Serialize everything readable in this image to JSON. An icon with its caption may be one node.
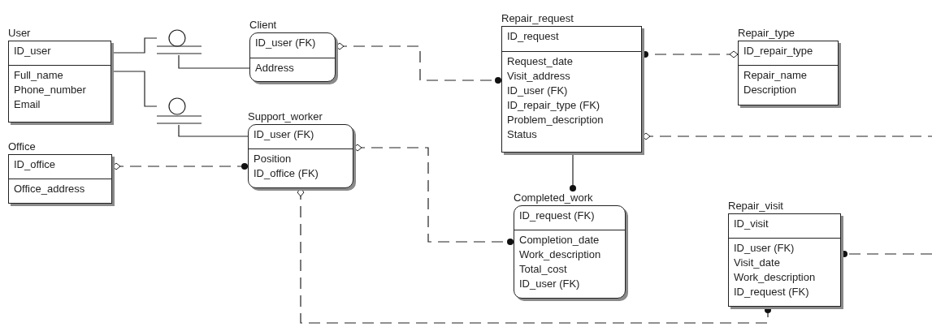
{
  "diagram": {
    "nodes": [
      {
        "text": [
          "User",
          "ID_user",
          "Full_name",
          "Phone_number",
          "Email"
        ]
      },
      {
        "text": [
          "Client",
          "ID_user (FK)",
          "Address"
        ]
      },
      {
        "text": [
          "Support_worker",
          "ID_user (FK)",
          "Position",
          "ID_office (FK)"
        ]
      },
      {
        "text": [
          "Office",
          "ID_office",
          "Office_address"
        ]
      },
      {
        "text": [
          "Repair_request",
          "ID_request",
          "Request_date",
          "Visit_address",
          "ID_user (FK)",
          "ID_repair_type (FK)",
          "Problem_description",
          "Status"
        ]
      },
      {
        "text": [
          "Repair_type",
          "ID_repair_type",
          "Repair_name",
          "Description"
        ]
      },
      {
        "text": [
          "Completed_work",
          "ID_request (FK)",
          "Completion_date",
          "Work_description",
          "Total_cost",
          "ID_user (FK)"
        ]
      },
      {
        "text": [
          "Repair_visit",
          "ID_visit",
          "ID_user (FK)",
          "Visit_date",
          "Work_description",
          "ID_request (FK)"
        ]
      },
      {
        "text": [],
        "shape": "circle"
      },
      {
        "text": [],
        "shape": "circle"
      }
    ],
    "edges": [
      {
        "from": 0,
        "to": 8,
        "arrow": "none"
      },
      {
        "from": 8,
        "to": 1,
        "arrow": "none"
      },
      {
        "from": 0,
        "to": 9,
        "arrow": "none"
      },
      {
        "from": 9,
        "to": 2,
        "arrow": "none"
      },
      {
        "from": 3,
        "to": 2,
        "arrow": "other",
        "style": "dashed"
      },
      {
        "from": 1,
        "to": 4,
        "arrow": "other",
        "style": "dashed"
      },
      {
        "from": 5,
        "to": 4,
        "arrow": "other",
        "style": "dashed"
      },
      {
        "from": 2,
        "to": 6,
        "arrow": "other",
        "style": "dashed"
      },
      {
        "from": 4,
        "to": 6,
        "arrow": "other"
      },
      {
        "from": 4,
        "to": null,
        "arrow": "other",
        "style": "dashed"
      },
      {
        "from": null,
        "to": 7,
        "arrow": "other",
        "style": "dashed"
      },
      {
        "from": 2,
        "to": 7,
        "arrow": "other",
        "style": "dashed"
      }
    ]
  }
}
